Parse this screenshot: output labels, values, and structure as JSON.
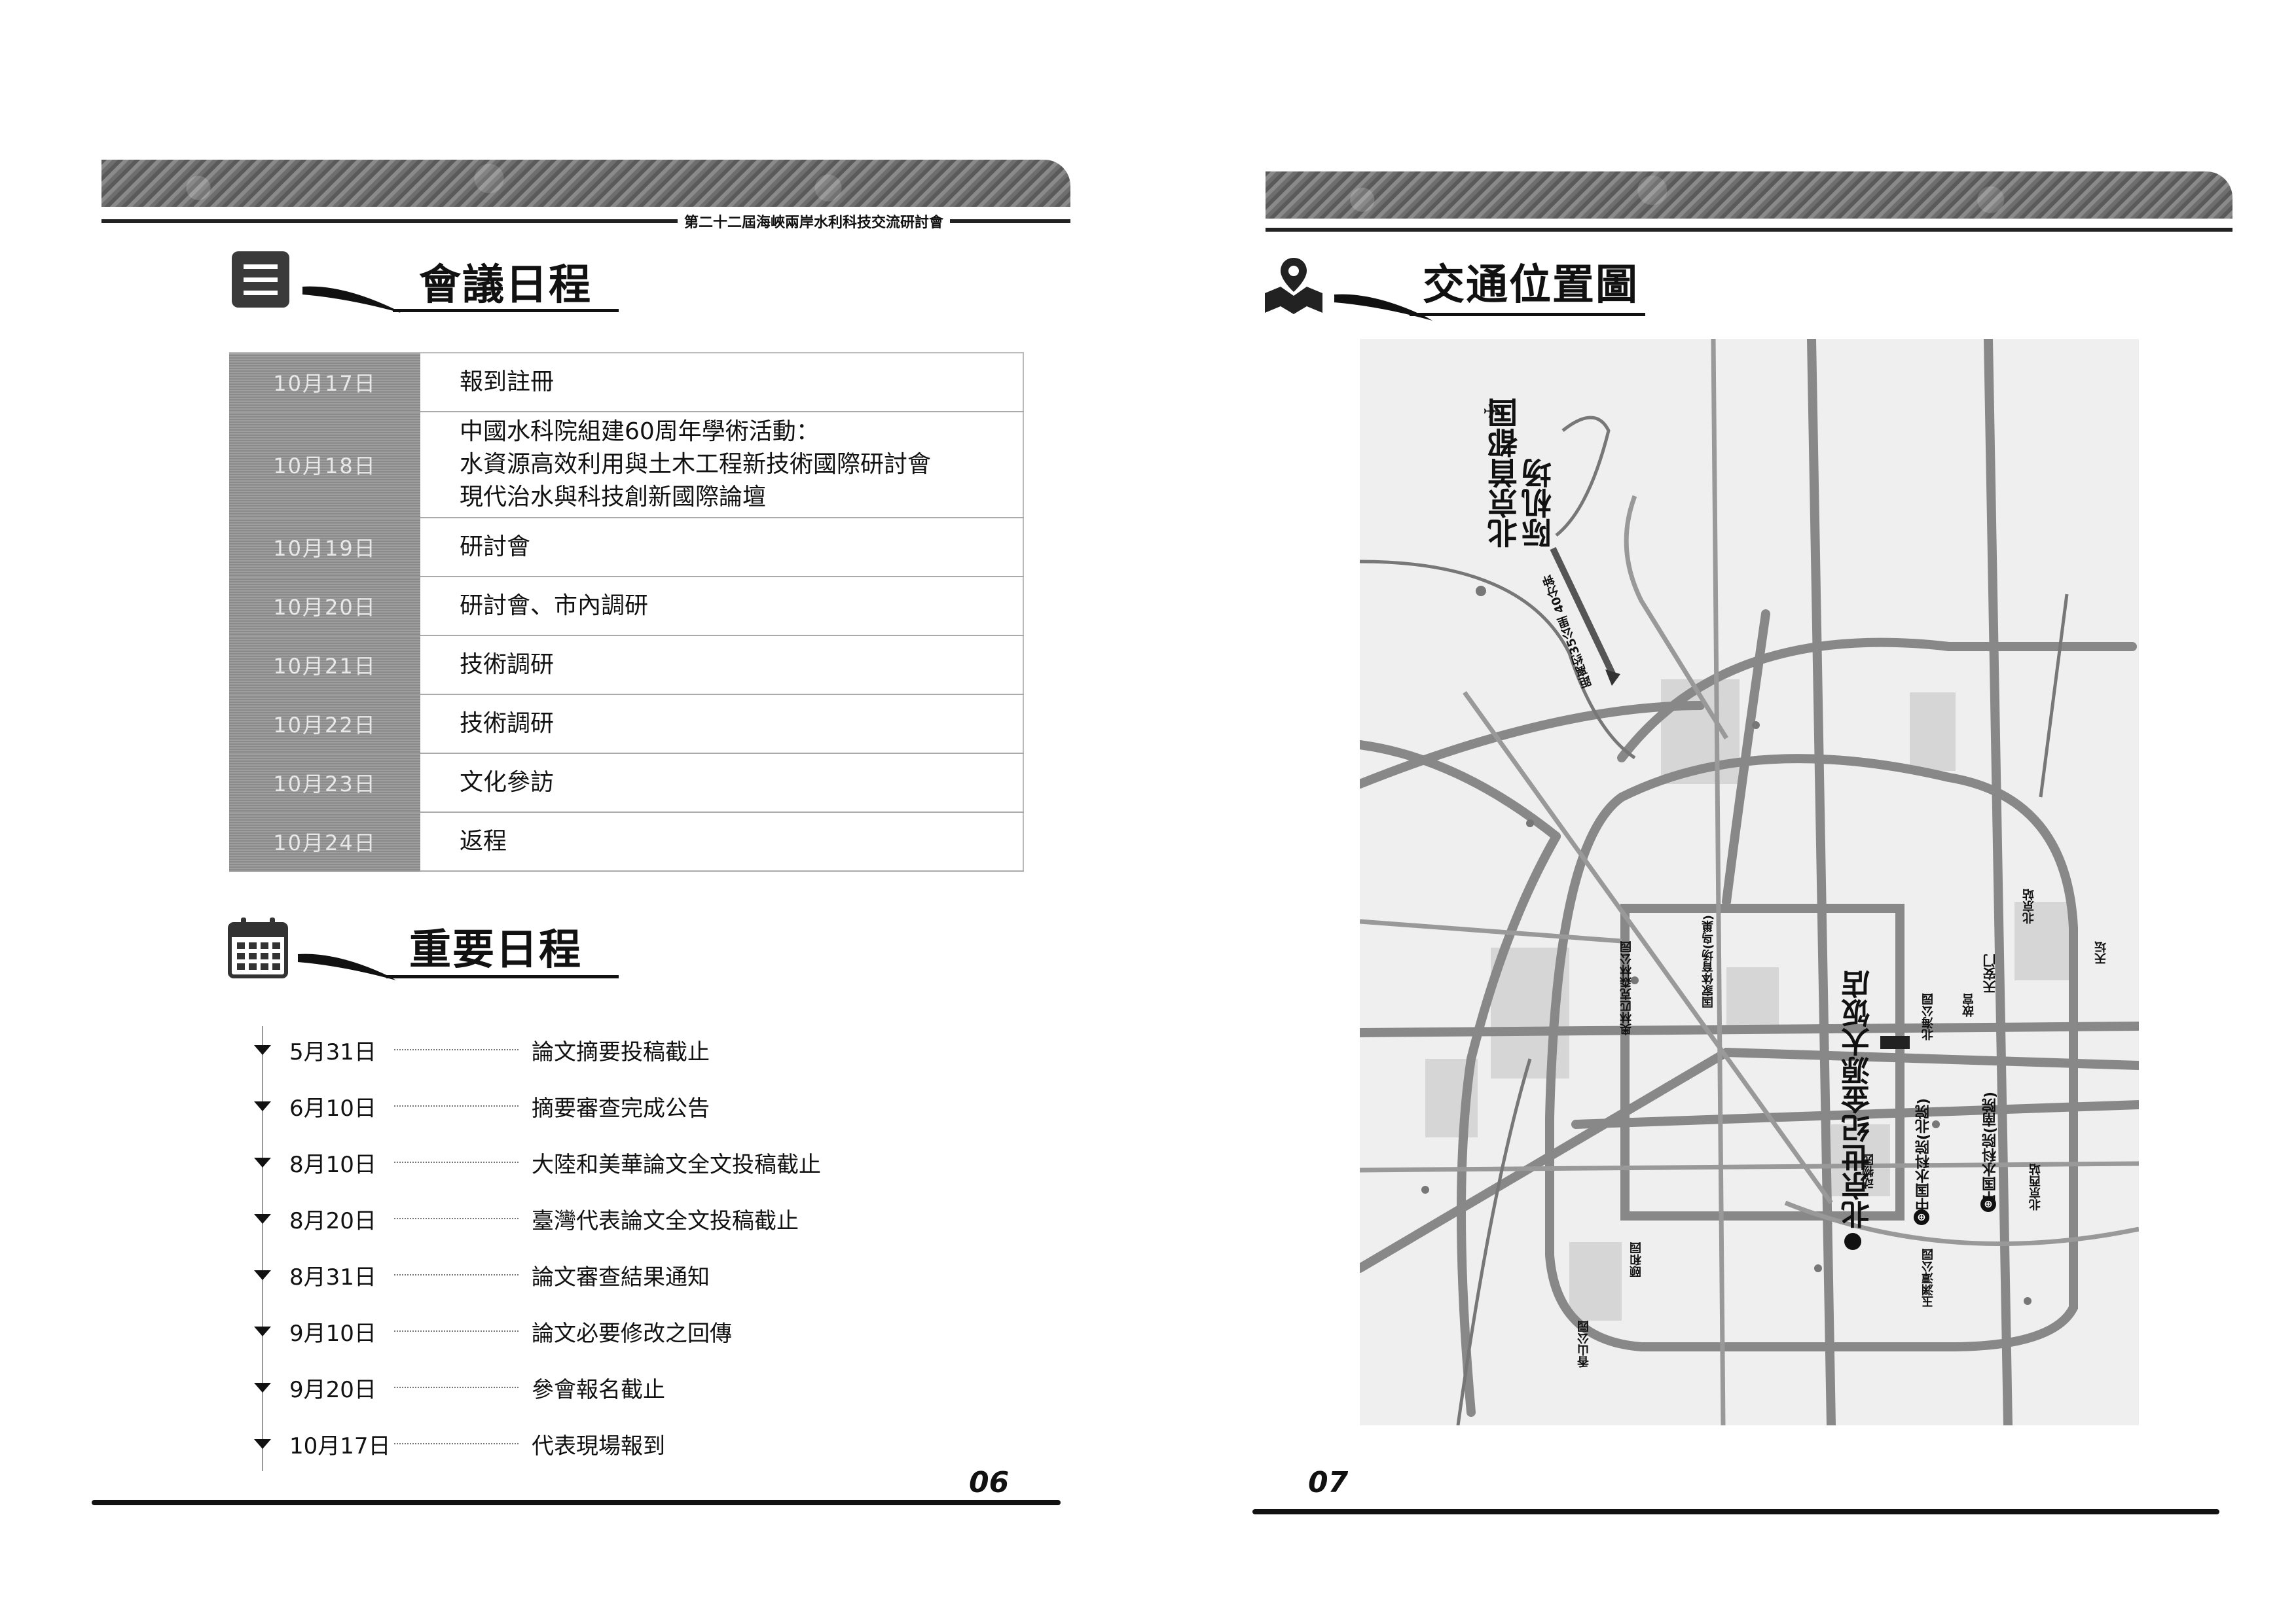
{
  "header": {
    "conference_title": "第二十二屆海峽兩岸水利科技交流研討會"
  },
  "left_page": {
    "schedule_section": {
      "title": "會議日程",
      "icon": "list-icon",
      "rows": [
        {
          "date": "10月17日",
          "events": [
            "報到註冊"
          ]
        },
        {
          "date": "10月18日",
          "events": [
            "中國水科院組建60周年學術活動：",
            "水資源高效利用與土木工程新技術國際研討會",
            "現代治水與科技創新國際論壇"
          ]
        },
        {
          "date": "10月19日",
          "events": [
            "研討會"
          ]
        },
        {
          "date": "10月20日",
          "events": [
            "研討會、市內調研"
          ]
        },
        {
          "date": "10月21日",
          "events": [
            "技術調研"
          ]
        },
        {
          "date": "10月22日",
          "events": [
            "技術調研"
          ]
        },
        {
          "date": "10月23日",
          "events": [
            "文化參訪"
          ]
        },
        {
          "date": "10月24日",
          "events": [
            "返程"
          ]
        }
      ]
    },
    "key_dates_section": {
      "title": "重要日程",
      "icon": "calendar-icon",
      "items": [
        {
          "date": "5月31日",
          "event": "論文摘要投稿截止"
        },
        {
          "date": "6月10日",
          "event": "摘要審查完成公告"
        },
        {
          "date": "8月10日",
          "event": "大陸和美華論文全文投稿截止"
        },
        {
          "date": "8月20日",
          "event": "臺灣代表論文全文投稿截止"
        },
        {
          "date": "8月31日",
          "event": "論文審查結果通知"
        },
        {
          "date": "9月10日",
          "event": "論文必要修改之回傳"
        },
        {
          "date": "9月20日",
          "event": "參會報名截止"
        },
        {
          "date": "10月17日",
          "event": "代表現場報到"
        }
      ]
    },
    "page_number": "06"
  },
  "right_page": {
    "map_section": {
      "title": "交通位置圖",
      "icon": "map-pin-icon",
      "labels": {
        "airport": "北京首都国际机场",
        "hotel": "北京世纪金源大饭店",
        "iwhr_north": "中国水科院(北院)",
        "iwhr_south": "中国水科院(南院)",
        "tiananmen": "天安门",
        "olympic_park": "奥林匹克森林公园",
        "birds_nest": "国家体育场(鸟巢)",
        "zoo": "动物园",
        "beihai": "北海公园",
        "gugong": "故宫",
        "beijing_station": "北京站",
        "yuyuantan": "玉渊潭公园",
        "west_station": "北京西站",
        "yiheyuan": "颐和园",
        "xiangshan": "香山公园",
        "tiantan": "天坛",
        "airport_express": "距离约35公里 40分钟"
      }
    },
    "page_number": "07"
  }
}
